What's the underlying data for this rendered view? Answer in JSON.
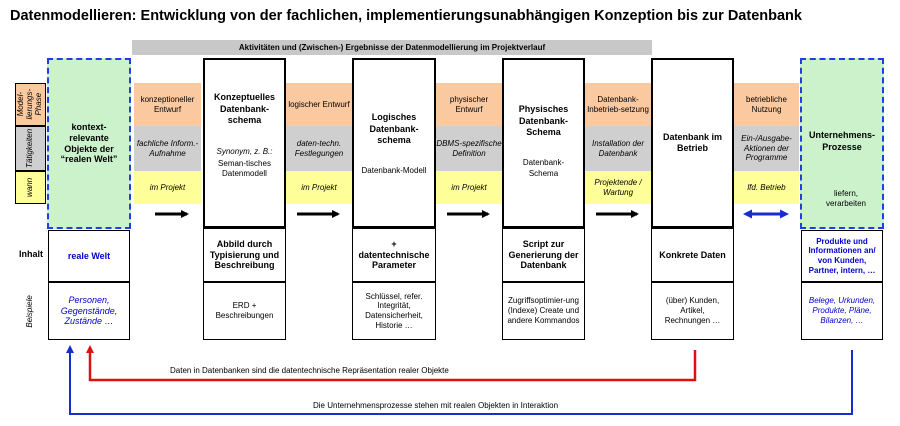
{
  "title": "Datenmodellieren: Entwicklung von der fachlichen, implementierungsunabhängigen Konzeption bis zur Datenbank",
  "banner": "Aktivitäten und (Zwischen-) Ergebnisse der Datenmodellierung im Projektverlauf",
  "row_labels": {
    "phase": "Model-lierungs-Phase",
    "activities": "Tätigkeiten",
    "when": "wann",
    "content": "Inhalt",
    "examples": "Beispiele"
  },
  "real_world": {
    "top": "kontext-relevante Objekte der “realen Welt”",
    "content": "reale Welt",
    "examples": "Personen, Gegenstände, Zustände …"
  },
  "phases": [
    {
      "phase": "konzeptioneller Entwurf",
      "activity": "fachliche Inform.-Aufnahme",
      "when": "im Projekt"
    },
    {
      "phase": "logischer Entwurf",
      "activity": "daten-techn. Festlegungen",
      "when": "im Projekt"
    },
    {
      "phase": "physischer Entwurf",
      "activity": "DBMS-spezifische Definition",
      "when": "im Projekt"
    },
    {
      "phase": "Datenbank-Inbetrieb-setzung",
      "activity": "Installation der Datenbank",
      "when": "Projektende / Wartung"
    },
    {
      "phase": "betriebliche Nutzung",
      "activity": "Ein-/Ausgabe-Aktionen der Programme",
      "when": "lfd. Betrieb"
    }
  ],
  "schemas": [
    {
      "title": "Konzeptuelles Datenbank-schema",
      "sub": "Synonym, z. B.:",
      "desc": "Seman-tisches Datenmodell",
      "content": "Abbild durch Typisierung und Beschreibung",
      "examples": "ERD + Beschreibungen"
    },
    {
      "title": "Logisches Datenbank-schema",
      "sub": "",
      "desc": "Datenbank-Modell",
      "content": "+ datentechnische Parameter",
      "examples": "Schlüssel, refer. Integrität, Datensicherheit, Historie …"
    },
    {
      "title": "Physisches Datenbank-Schema",
      "sub": "",
      "desc": "Datenbank-Schema",
      "content": "Script zur Generierung der Datenbank",
      "examples": "Zugriffsoptimier-ung (Indexe) Create und andere Kommandos"
    },
    {
      "title": "Datenbank im Betrieb",
      "sub": "",
      "desc": "",
      "content": "Konkrete Daten",
      "examples": "(über) Kunden, Artikel, Rechnungen …"
    }
  ],
  "business": {
    "title": "Unternehmens-Prozesse",
    "desc": "liefern, verarbeiten",
    "content": "Produkte und Informationen an/ von Kunden, Partner, intern, …",
    "examples": "Belege, Urkunden, Produkte, Pläne, Bilanzen, …"
  },
  "links": {
    "red": "Daten in Datenbanken sind die datentechnische Repräsentation realer Objekte",
    "blue": "Die Unternehmensprozesse stehen mit realen Objekten in Interaktion"
  },
  "colors": {
    "phase_bg": "#fbc9a0",
    "activity_bg": "#cfcfcf",
    "when_bg": "#ffff99",
    "green_bg": "#ccf2cc",
    "dash_blue": "#1f3fe0",
    "red_link": "#e01010",
    "blue_link": "#1a2bd0"
  }
}
